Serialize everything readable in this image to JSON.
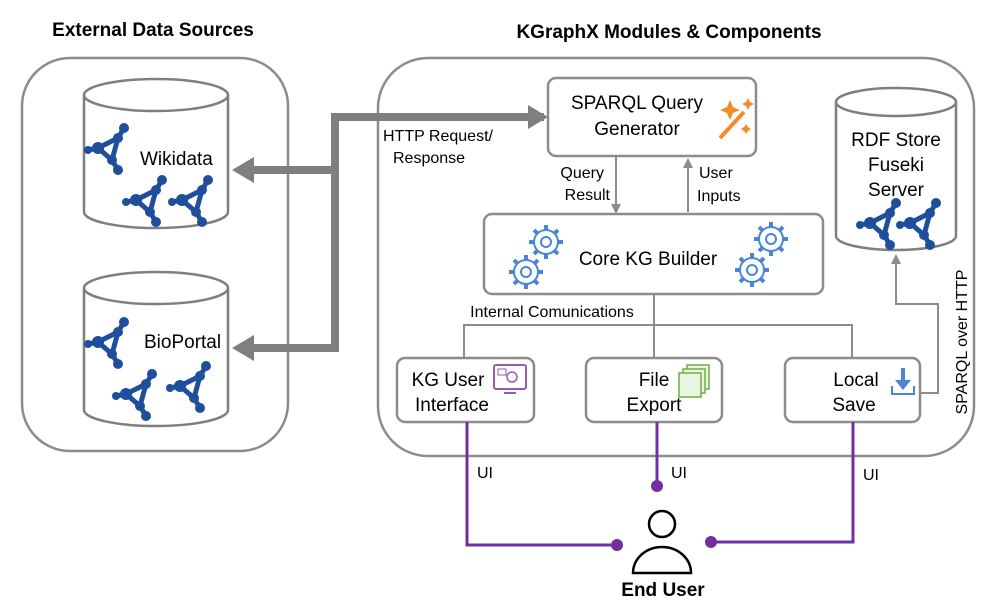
{
  "titles": {
    "external": "External Data Sources",
    "modules": "KGraphX Modules & Components"
  },
  "sources": {
    "wikidata": "Wikidata",
    "bioportal": "BioPortal"
  },
  "sparql_generator": {
    "line1": "SPARQL Query",
    "line2": "Generator"
  },
  "rdf_store": {
    "line1": "RDF Store",
    "line2": "Fuseki",
    "line3": "Server"
  },
  "core_builder": "Core KG Builder",
  "http_label": {
    "line1": "HTTP Request/",
    "line2": "Response"
  },
  "query_result": {
    "line1": "Query",
    "line2": "Result"
  },
  "user_inputs": {
    "line1": "User",
    "line2": "Inputs"
  },
  "internal_comm": "Internal Comunications",
  "kg_ui": {
    "line1": "KG User",
    "line2": "Interface"
  },
  "file_export": {
    "line1": "File",
    "line2": "Export"
  },
  "local_save": {
    "line1": "Local",
    "line2": "Save"
  },
  "sparql_http": "SPARQL over HTTP",
  "ui_labels": {
    "left": "UI",
    "middle": "UI",
    "right": "UI"
  },
  "end_user": "End User",
  "colors": {
    "graph_icon": "#1f4e9c",
    "ui_line": "#7030a0",
    "gear": "#4a86d4",
    "wand": "#f28c28",
    "border": "#8c8c8c"
  }
}
